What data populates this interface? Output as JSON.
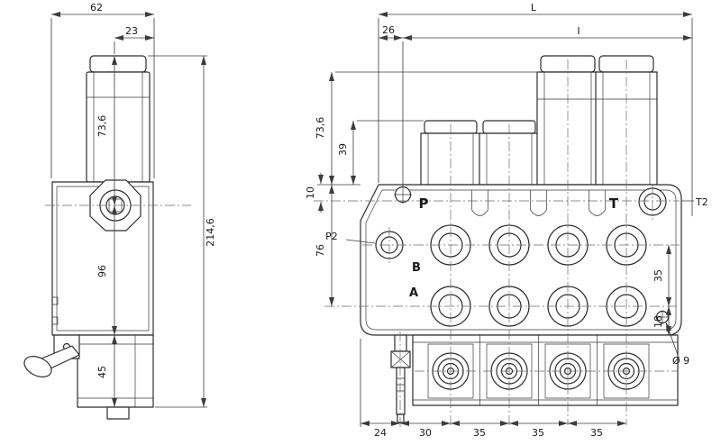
{
  "left_view": {
    "dim_top_width": "62",
    "dim_top_offset": "23",
    "dim_upper_height": "73,6",
    "dim_mid_height": "96",
    "dim_lower_height": "45",
    "dim_total_height": "214,6"
  },
  "right_view": {
    "dim_total_length": "L",
    "dim_inner_length": "I",
    "dim_left_offset": "26",
    "dim_cap_height": "73,6",
    "dim_small_cap_height": "39",
    "dim_top_to_ports": "10",
    "dim_body_height": "76",
    "dim_port_row_spacing": "35",
    "dim_bottom_margin": "18",
    "dim_hole_diameter": "Ø 9",
    "dim_bottom_spacing": [
      "24",
      "30",
      "35",
      "35",
      "35"
    ],
    "port_labels": {
      "p": "P",
      "t": "T",
      "b": "B",
      "a": "A",
      "p2": "P2",
      "t2": "T2"
    }
  }
}
